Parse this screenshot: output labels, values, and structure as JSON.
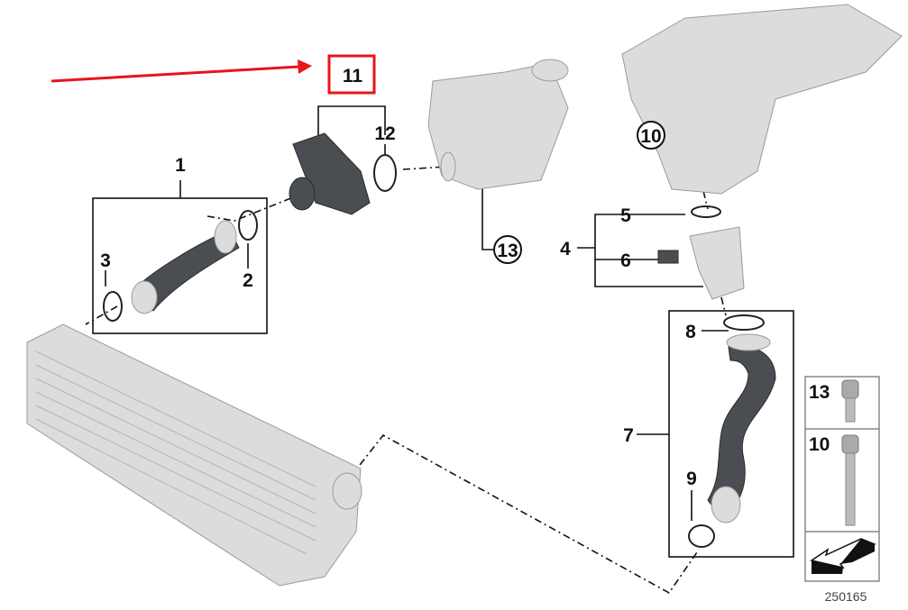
{
  "diagram": {
    "callouts": {
      "p1": "1",
      "p2": "2",
      "p3": "3",
      "p4": "4",
      "p5": "5",
      "p6": "6",
      "p7": "7",
      "p8": "8",
      "p9": "9",
      "p10": "10",
      "p11": "11",
      "p12": "12",
      "p13": "13"
    },
    "legend": {
      "item_a": "13",
      "item_b": "10"
    },
    "diagram_number": "250165",
    "colors": {
      "highlight": "#e8141b",
      "arrow": "#e8141b"
    }
  }
}
